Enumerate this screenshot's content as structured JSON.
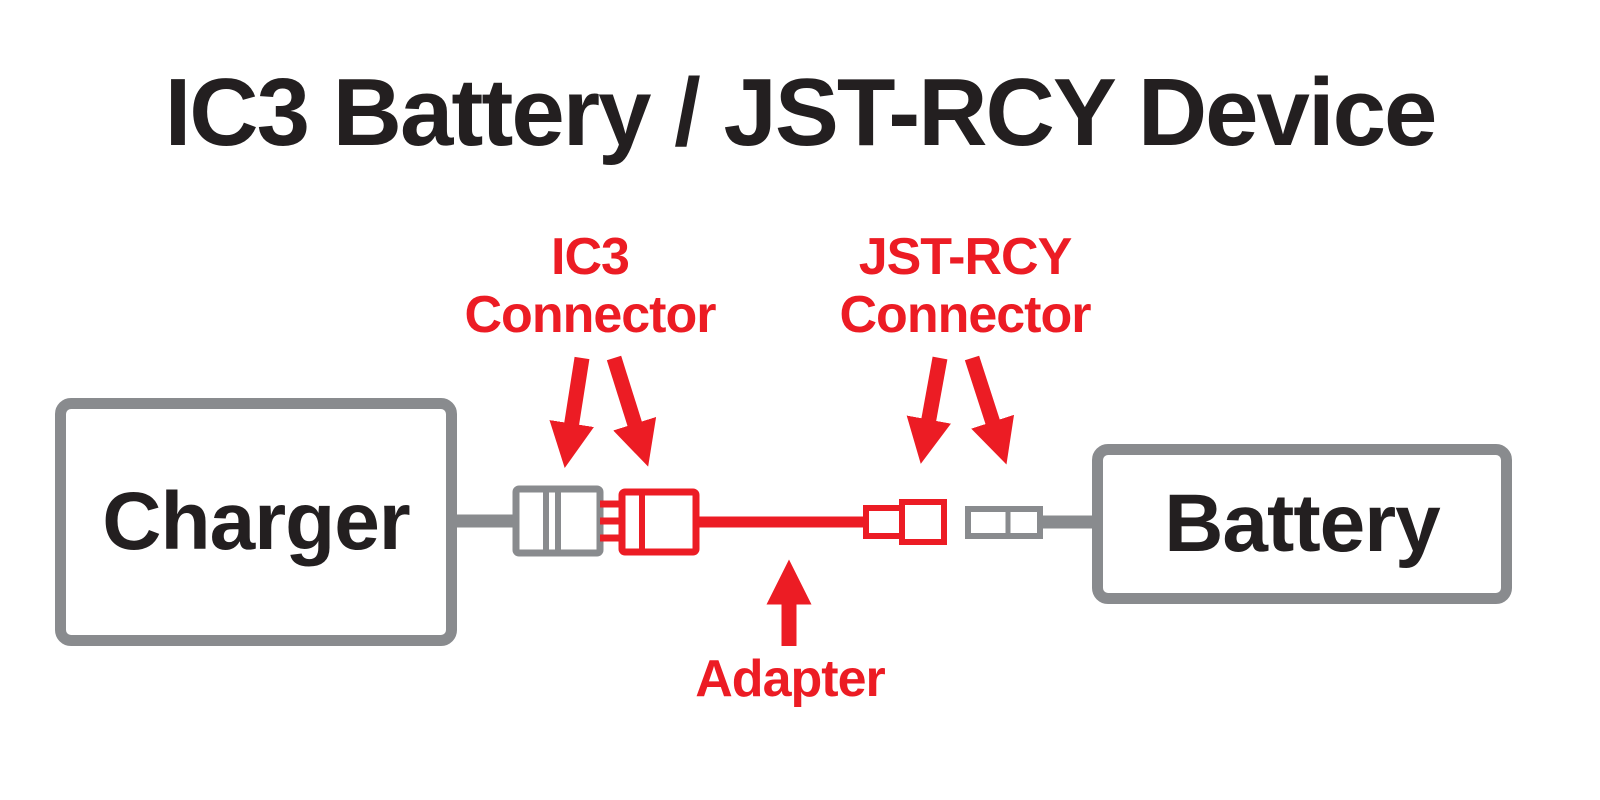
{
  "title": "IC3 Battery / JST-RCY Device",
  "labels": {
    "ic3_line1": "IC3",
    "ic3_line2": "Connector",
    "jst_line1": "JST-RCY",
    "jst_line2": "Connector",
    "adapter": "Adapter"
  },
  "boxes": {
    "charger": "Charger",
    "battery": "Battery"
  },
  "colors": {
    "accent_red": "#EC1C24",
    "outline_gray": "#898B8E",
    "text_black": "#231F20"
  }
}
